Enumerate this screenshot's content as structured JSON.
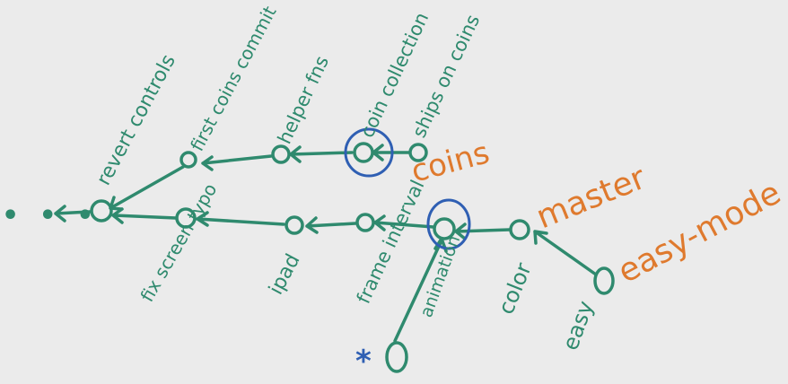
{
  "commits": {
    "revert_controls": "revert controls",
    "first_coins_commit": "first coins commit",
    "helper_fns": "helper fns",
    "coin_collection": "coin collection",
    "ships_on_coins": "ships on coins",
    "fix_screen_typo": "fix screen typo",
    "ipad": "ipad",
    "frame_interval": "frame interval",
    "animation": "animation",
    "color": "color",
    "easy": "easy"
  },
  "branches": {
    "coins": "coins",
    "master": "master",
    "easy_mode": "easy-mode"
  },
  "ellipsis": "• • •",
  "asterisk": "*",
  "colors": {
    "background": "#ebebeb",
    "commit_ink": "#2f8a6e",
    "branch_label": "#df7a2e",
    "highlight": "#2f5fb3"
  }
}
